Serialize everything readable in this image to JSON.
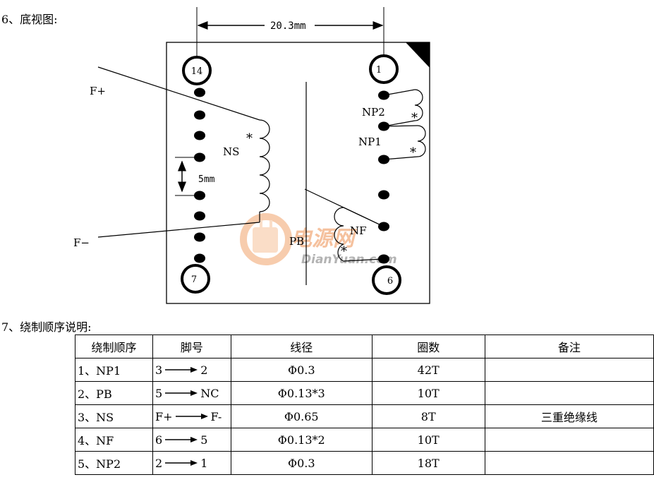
{
  "section6": {
    "title": "6、底视图:"
  },
  "diagram": {
    "dimension_width": "20.3mm",
    "dimension_pitch": "5mm",
    "pins": {
      "p14": "14",
      "p1": "1",
      "p7": "7",
      "p6": "6"
    },
    "labels": {
      "f_plus": "F+",
      "f_minus": "F−",
      "ns": "NS",
      "np2": "NP2",
      "np1": "NP1",
      "nf": "NF",
      "pb": "PB",
      "star": "*"
    },
    "watermark": {
      "cn": "电源网",
      "en": "DianYuan.com"
    }
  },
  "section7": {
    "title": "7、绕制顺序说明:"
  },
  "table": {
    "headers": [
      "绕制顺序",
      "脚号",
      "线径",
      "圈数",
      "备注"
    ],
    "rows": [
      {
        "order": "1、NP1",
        "pin_from": "3",
        "pin_to": "2",
        "wire": "Φ0.3",
        "turns": "42T",
        "note": ""
      },
      {
        "order": "2、PB",
        "pin_from": "5",
        "pin_to": "NC",
        "wire": "Φ0.13*3",
        "turns": "10T",
        "note": ""
      },
      {
        "order": "3、NS",
        "pin_from": "F+",
        "pin_to": "F-",
        "wire": "Φ0.65",
        "turns": "8T",
        "note": "三重绝缘线"
      },
      {
        "order": "4、NF",
        "pin_from": "6",
        "pin_to": "5",
        "wire": "Φ0.13*2",
        "turns": "10T",
        "note": ""
      },
      {
        "order": "5、NP2",
        "pin_from": "2",
        "pin_to": "1",
        "wire": "Φ0.3",
        "turns": "18T",
        "note": ""
      }
    ]
  }
}
